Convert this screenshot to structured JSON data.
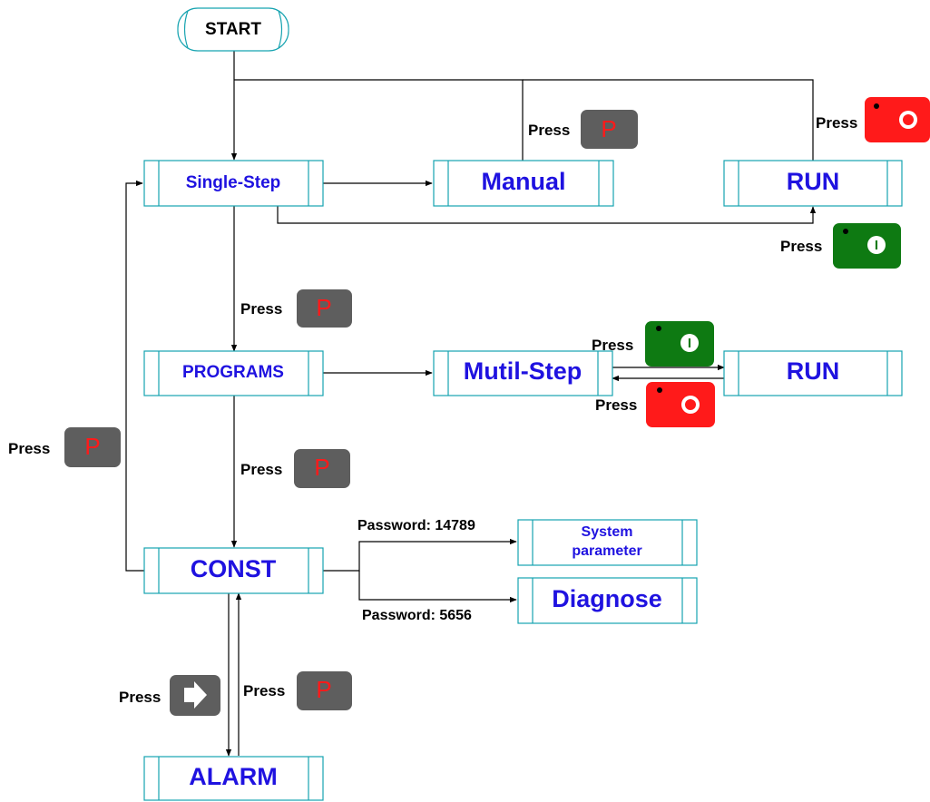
{
  "start": {
    "label": "START"
  },
  "nodes": {
    "single_step": "Single-Step",
    "manual": "Manual",
    "run_top": "RUN",
    "programs": "PROGRAMS",
    "multi_step": "Mutil-Step",
    "run_mid": "RUN",
    "const": "CONST",
    "system_parameter_line1": "System",
    "system_parameter_line2": "parameter",
    "diagnose": "Diagnose",
    "alarm": "ALARM"
  },
  "press_text": "Press",
  "key_p": "P",
  "key_on_symbol": "I",
  "passwords": {
    "system_parameter": "Password: 14789",
    "diagnose": "Password: 5656"
  },
  "colors": {
    "node_text": "#1f12e0",
    "node_border": "#16a3b0",
    "key_gray": "#5e5e5e",
    "key_red": "#ff1a1a",
    "key_green": "#0e7a12",
    "key_p_text": "#ff1a1a"
  },
  "icons": [
    "p-key-icon",
    "start-green-key-icon",
    "stop-red-key-icon",
    "right-arrow-key-icon"
  ]
}
